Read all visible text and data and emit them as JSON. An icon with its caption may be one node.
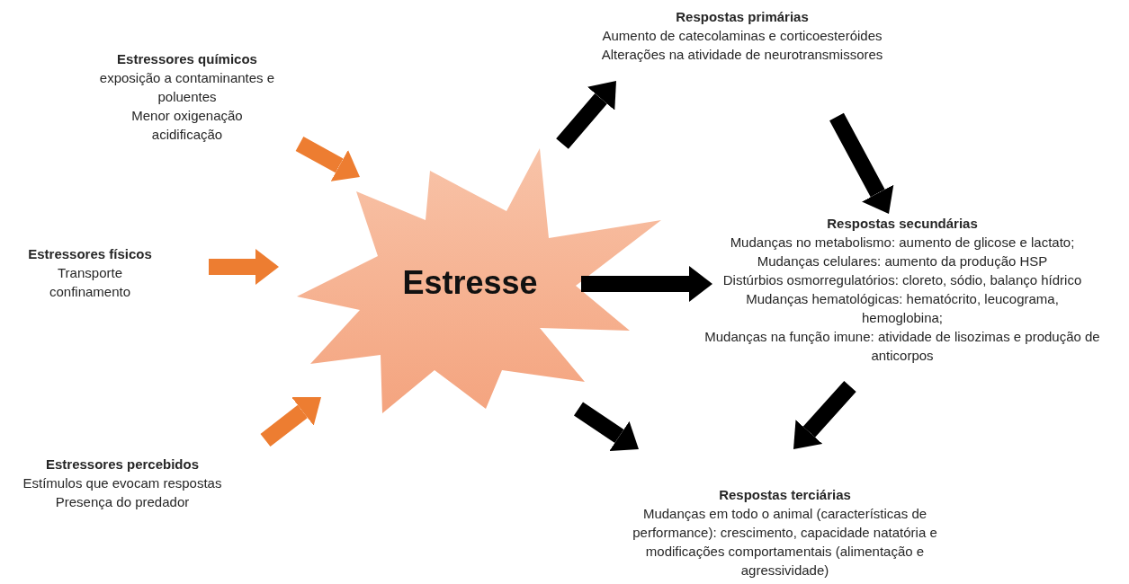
{
  "diagram": {
    "nodes": [
      {
        "text": [
          "Estressores químicos",
          "exposição a contaminantes e poluentes",
          "Menor oxigenação",
          "acidificação"
        ]
      },
      {
        "text": [
          "Estressores físicos",
          "Transporte",
          "confinamento"
        ]
      },
      {
        "text": [
          "Estressores percebidos",
          "Estímulos que evocam respostas",
          "Presença do predador"
        ]
      },
      {
        "text": [
          "Estresse"
        ]
      },
      {
        "text": [
          "Respostas primárias",
          "Aumento de catecolaminas e corticoesteróides",
          "Alterações na atividade de neurotransmissores"
        ]
      },
      {
        "text": [
          "Respostas secundárias",
          "Mudanças no metabolismo: aumento de glicose e lactato;",
          "Mudanças celulares: aumento da produção HSP",
          "Distúrbios osmorregulatórios: cloreto, sódio, balanço hídrico",
          "Mudanças hematológicas: hematócrito, leucograma, hemoglobina;",
          "Mudanças na função imune: atividade de lisozimas e produção de anticorpos"
        ]
      },
      {
        "text": [
          "Respostas terciárias",
          "Mudanças em todo o animal (características de performance): crescimento, capacidade natatória e modificações comportamentais (alimentação e agressividade)"
        ]
      }
    ],
    "edges": [
      {
        "from": 0,
        "to": 3,
        "arrow": "to",
        "color": "#ed7d31"
      },
      {
        "from": 1,
        "to": 3,
        "arrow": "to",
        "color": "#ed7d31"
      },
      {
        "from": 2,
        "to": 3,
        "arrow": "to",
        "color": "#ed7d31"
      },
      {
        "from": 3,
        "to": 4,
        "arrow": "to"
      },
      {
        "from": 4,
        "to": 5,
        "arrow": "to"
      },
      {
        "from": 3,
        "to": 5,
        "arrow": "to"
      },
      {
        "from": 3,
        "to": 6,
        "arrow": "to"
      },
      {
        "from": 5,
        "to": 6,
        "arrow": "to"
      }
    ]
  }
}
